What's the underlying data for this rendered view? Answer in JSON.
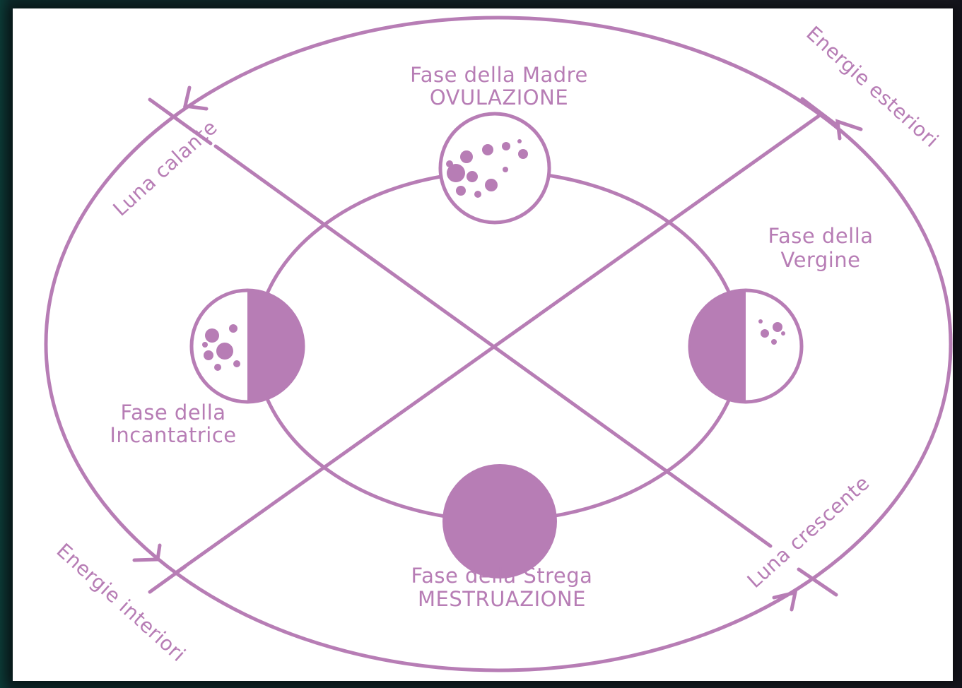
{
  "colors": {
    "accent": "#b77db5",
    "background": "#ffffff",
    "frame": "#0d2b2c"
  },
  "diagram": {
    "phases": {
      "top": {
        "line1": "Fase della Madre",
        "line2": "OVULAZIONE"
      },
      "right": {
        "line1": "Fase della",
        "line2": "Vergine"
      },
      "left": {
        "line1": "Fase della",
        "line2": "Incantatrice"
      },
      "bottom": {
        "line1": "Fase della Strega",
        "line2": "MESTRUAZIONE"
      }
    },
    "moons": {
      "top": "full-moon-icon",
      "right": "first-quarter-moon-icon",
      "left": "last-quarter-moon-icon",
      "bottom": "new-moon-icon"
    },
    "arcs": {
      "waning": "Luna calante",
      "waxing": "Luna crescente",
      "outer_energy": "Energie esteriori",
      "inner_energy": "Energie interiori"
    }
  }
}
